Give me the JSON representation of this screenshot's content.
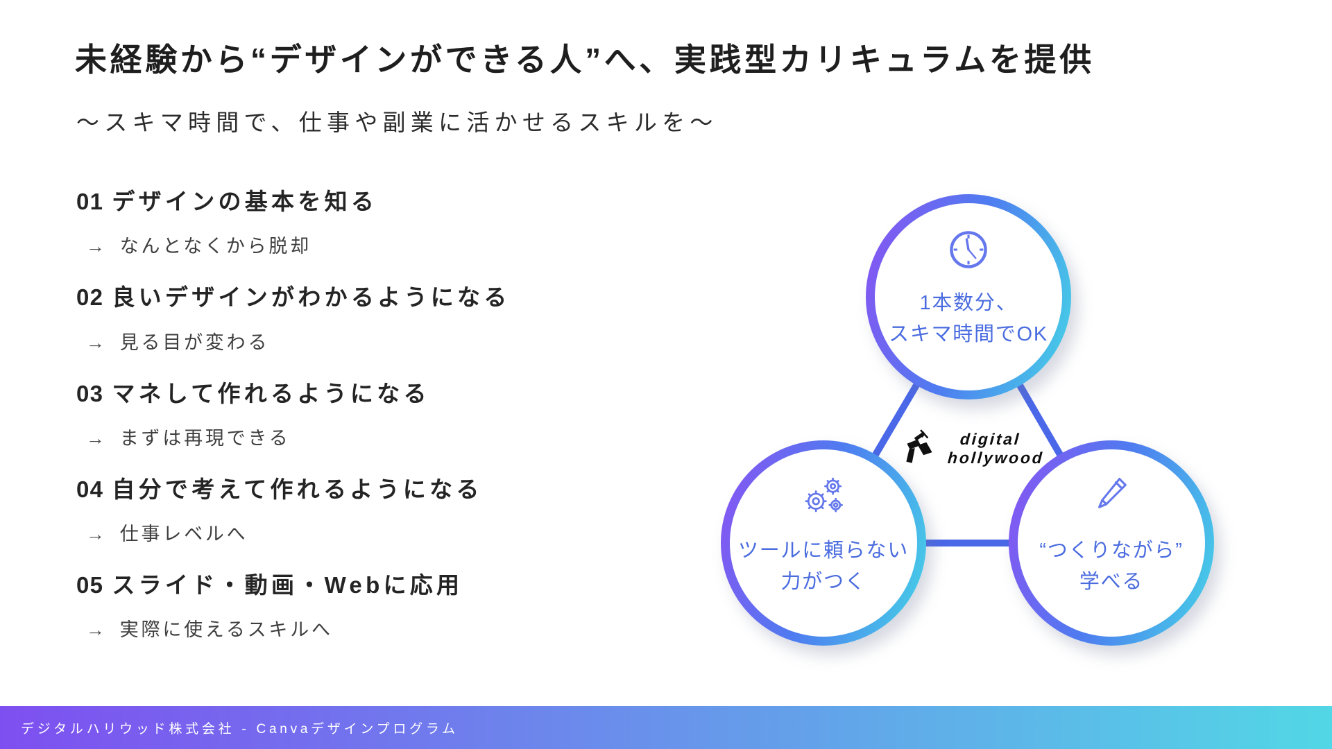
{
  "title": "未経験から“デザインができる人”へ、実践型カリキュラムを提供",
  "subtitle": "〜スキマ時間で、仕事や副業に活かせるスキルを〜",
  "steps": [
    {
      "number": "01",
      "heading": "デザインの基本を知る",
      "arrow": "→",
      "detail": "なんとなくから脱却"
    },
    {
      "number": "02",
      "heading": "良いデザインがわかるようになる",
      "arrow": "→",
      "detail": "見る目が変わる"
    },
    {
      "number": "03",
      "heading": "マネして作れるようになる",
      "arrow": "→",
      "detail": "まずは再現できる"
    },
    {
      "number": "04",
      "heading": "自分で考えて作れるようになる",
      "arrow": "→",
      "detail": "仕事レベルへ"
    },
    {
      "number": "05",
      "heading": "スライド・動画・Webに応用",
      "arrow": "→",
      "detail": "実際に使えるスキルへ"
    }
  ],
  "diagram": {
    "nodes": [
      {
        "icon": "clock",
        "line1": "1本数分、",
        "line2": "スキマ時間でOK"
      },
      {
        "icon": "gears",
        "line1": "ツールに頼らない",
        "line2": "力がつく"
      },
      {
        "icon": "pen",
        "line1": "“つくりながら”",
        "line2": "学べる"
      }
    ],
    "logo": {
      "line1": "digital",
      "line2": "hollywood"
    }
  },
  "footer": {
    "text": "デジタルハリウッド株式会社 - Canvaデザインプログラム"
  },
  "colors": {
    "accent_text_blue": "#4a6cdf",
    "icon_blue": "#6477ec",
    "connector_blue": "#4a68e8",
    "gradient_purple": "#8b52f2",
    "gradient_cyan": "#45d5e6",
    "footer_gradient_left": "#7e4ff0",
    "footer_gradient_right": "#52d7e6",
    "text_dark": "#1e1e1e"
  }
}
